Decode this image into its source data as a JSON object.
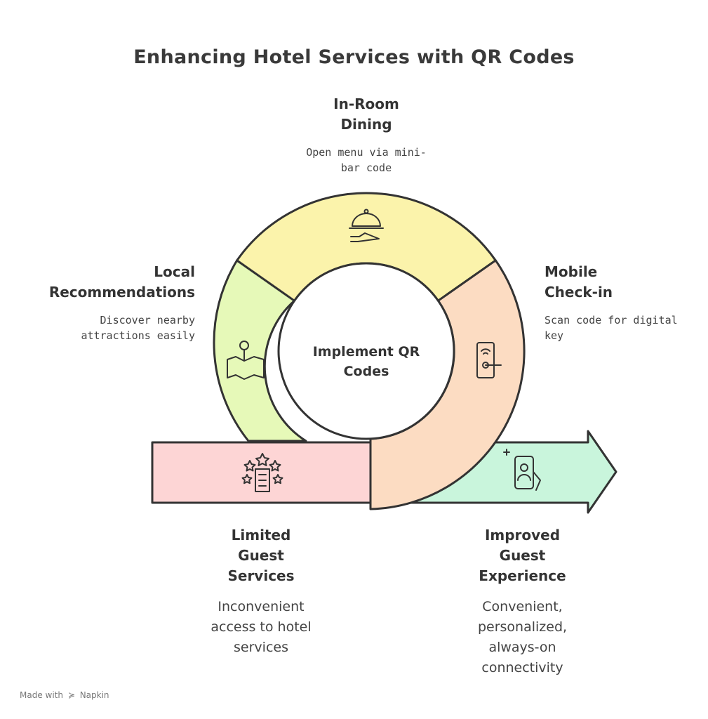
{
  "title": "Enhancing Hotel Services with QR Codes",
  "center": {
    "label": "Implement QR Codes"
  },
  "segments": [
    {
      "title": "In-Room Dining",
      "description": "Open menu via mini-bar code",
      "icon": "room-service-cloche-icon",
      "color": "#fbf3ab"
    },
    {
      "title": "Mobile Check-in",
      "description": "Scan code for digital key",
      "icon": "smart-door-lock-icon",
      "color": "#fcdcc2"
    },
    {
      "title": "Local Recommendations",
      "description": "Discover nearby attractions easily",
      "icon": "map-pin-icon",
      "color": "#e6f9b8"
    }
  ],
  "start": {
    "title": "Limited Guest Services",
    "description": "Inconvenient access to hotel services",
    "icon": "hotel-stars-icon",
    "color": "#fdd5d5"
  },
  "end": {
    "title": "Improved Guest Experience",
    "description": "Convenient, personalized, always-on connectivity",
    "icon": "phone-in-hand-icon",
    "color": "#c9f5dc"
  },
  "credit": {
    "prefix": "Made with",
    "brand": "Napkin"
  }
}
